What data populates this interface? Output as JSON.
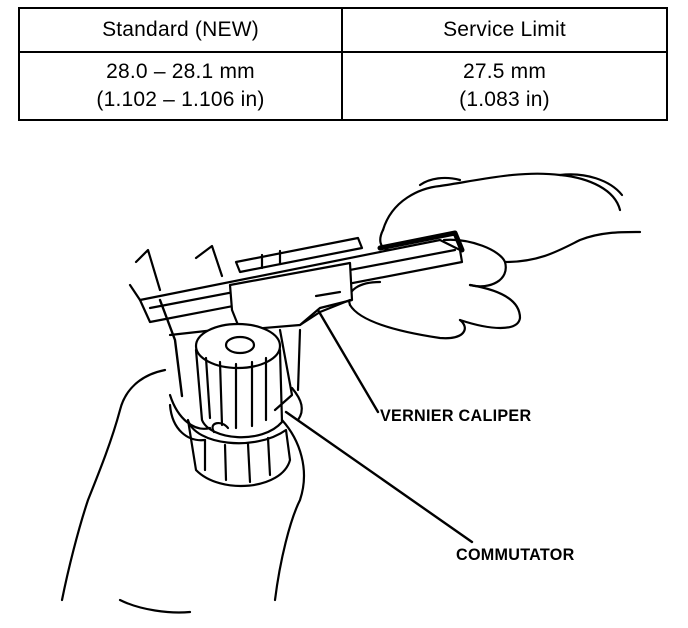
{
  "spec_table": {
    "headers": [
      "Standard (NEW)",
      "Service Limit"
    ],
    "standard": {
      "metric": "28.0 – 28.1 mm",
      "imperial": "(1.102 – 1.106 in)"
    },
    "service_limit": {
      "metric": "27.5 mm",
      "imperial": "(1.083 in)"
    }
  },
  "callouts": {
    "vernier_caliper": "VERNIER CALIPER",
    "commutator": "COMMUTATOR"
  }
}
